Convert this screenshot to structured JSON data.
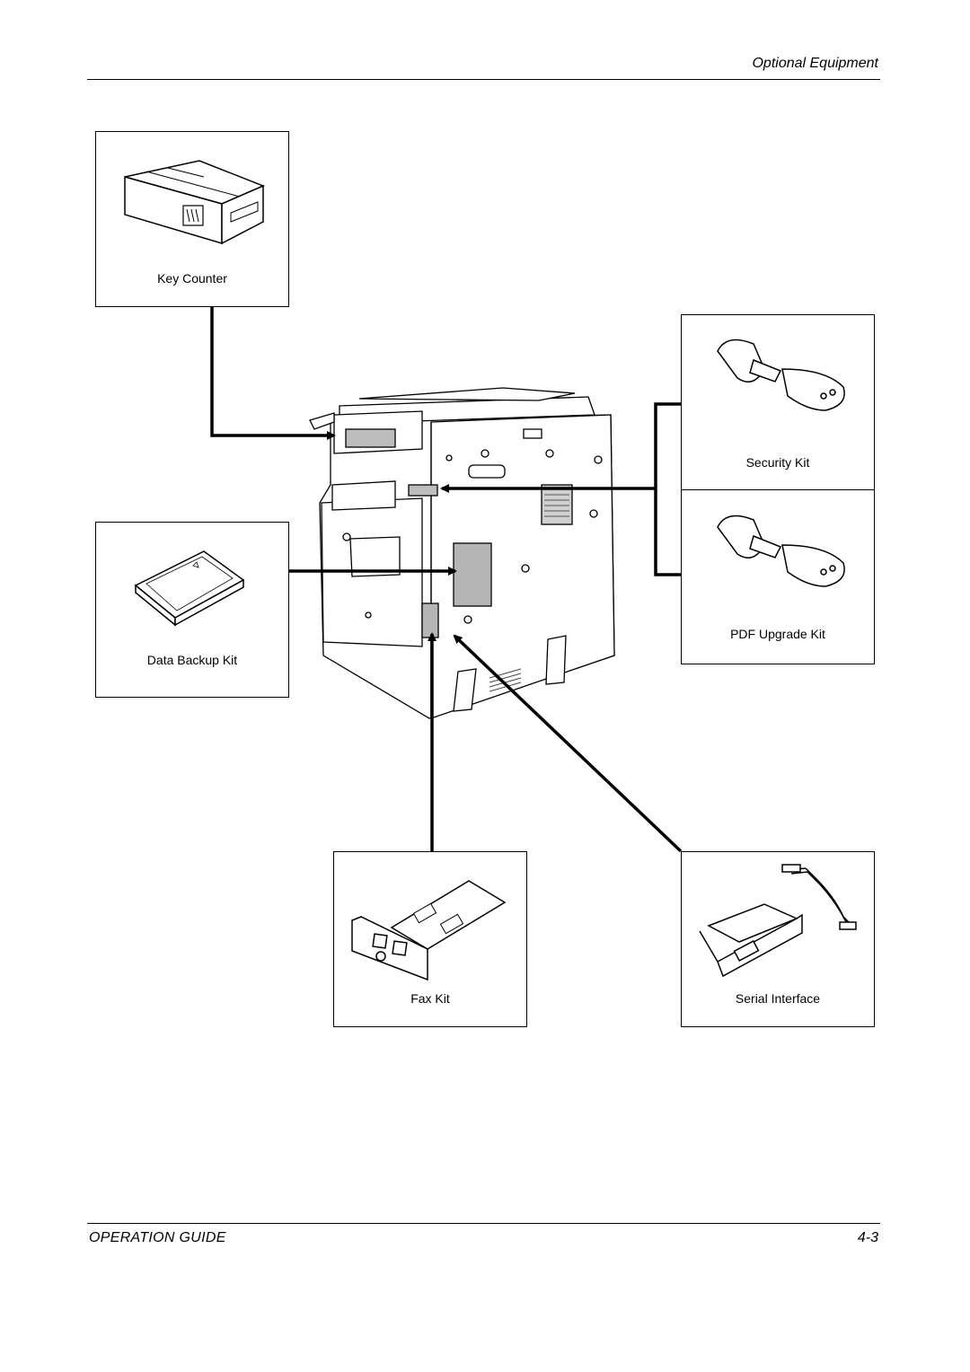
{
  "header": {
    "title": "Optional Equipment"
  },
  "footer": {
    "left": "OPERATION GUIDE",
    "right": "4-3"
  },
  "items": {
    "key_counter": {
      "label": "Key Counter",
      "icon": "key-counter-icon"
    },
    "data_backup_kit": {
      "label": "Data Backup Kit",
      "icon": "memory-card-icon"
    },
    "security_kit": {
      "label": "Security Kit",
      "icon": "usb-key-icon"
    },
    "pdf_upgrade_kit": {
      "label": "PDF Upgrade Kit",
      "icon": "usb-key-icon"
    },
    "fax_kit": {
      "label": "Fax Kit",
      "icon": "fax-board-icon"
    },
    "serial_interface": {
      "label": "Serial Interface",
      "icon": "serial-board-icon"
    }
  },
  "machine": {
    "icon": "copier-rear-view-icon"
  }
}
